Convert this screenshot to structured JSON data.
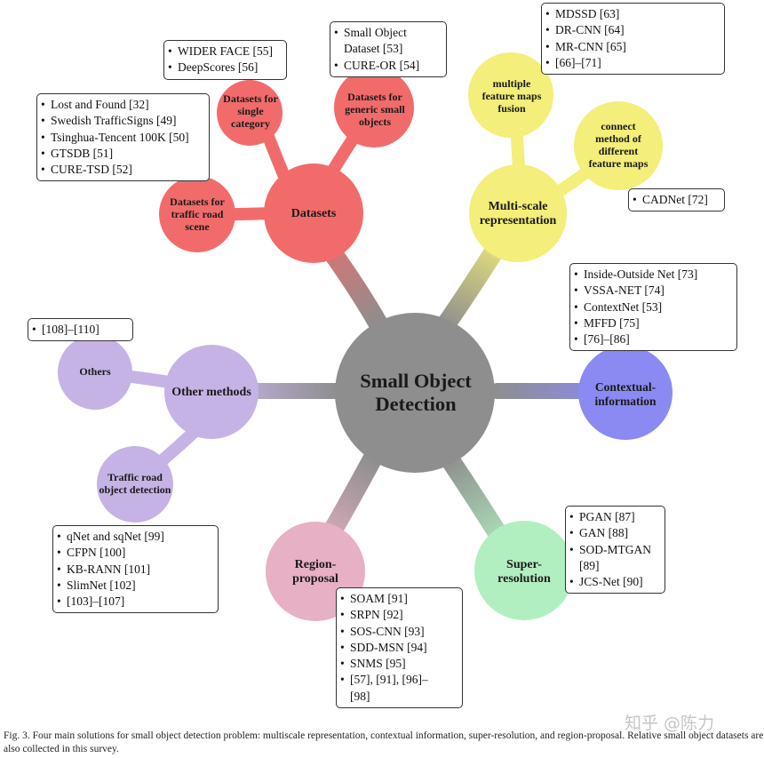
{
  "center": {
    "title": "Small Object Detection",
    "color": "#8e8e8e"
  },
  "branches": {
    "datasets": {
      "label": "Datasets",
      "color": "#f26b6b",
      "sub": [
        {
          "label": "Datasets for single category"
        },
        {
          "label": "Datasets for generic small objects"
        },
        {
          "label": "Datasets for traffic road scene"
        }
      ]
    },
    "multiscale": {
      "label": "Multi-scale representation",
      "color": "#f4ee7a",
      "sub": [
        {
          "label": "multiple feature maps fusion"
        },
        {
          "label": "connect method of different feature maps"
        }
      ]
    },
    "contextual": {
      "label": "Contextual-information",
      "color": "#8a8af2"
    },
    "super": {
      "label": "Super-resolution",
      "color": "#b2efc0"
    },
    "region": {
      "label": "Region-proposal",
      "color": "#e8b0c4"
    },
    "other": {
      "label": "Other methods",
      "color": "#c5b3e6",
      "sub": [
        {
          "label": "Others"
        },
        {
          "label": "Traffic road object detection"
        }
      ]
    }
  },
  "boxes": {
    "single_category": [
      "WIDER FACE [55]",
      "DeepScores [56]"
    ],
    "generic": [
      "Small Object Dataset [53]",
      "CURE-OR [54]"
    ],
    "traffic_road_scene": [
      "Lost and Found [32]",
      "Swedish TrafficSigns [49]",
      "Tsinghua-Tencent 100K [50]",
      "GTSDB [51]",
      "CURE-TSD [52]"
    ],
    "feature_fusion": [
      "MDSSD [63]",
      "DR-CNN [64]",
      "MR-CNN [65]",
      " [66]–[71]"
    ],
    "connect_method": [
      "CADNet [72]"
    ],
    "contextual": [
      "Inside-Outside Net [73]",
      "VSSA-NET [74]",
      "ContextNet [53]",
      "MFFD [75]",
      " [76]–[86]"
    ],
    "super_resolution": [
      "PGAN [87]",
      "GAN [88]",
      "SOD-MTGAN [89]",
      "JCS-Net [90]"
    ],
    "region_proposal": [
      "SOAM [91]",
      "SRPN [92]",
      "SOS-CNN [93]",
      "SDD-MSN [94]",
      "SNMS [95]",
      " [57], [91], [96]–[98]"
    ],
    "others": [
      " [108]–[110]"
    ],
    "traffic_detection": [
      "qNet and sqNet [99]",
      "CFPN [100]",
      "KB-RANN [101]",
      "SlimNet [102]",
      " [103]–[107]"
    ]
  },
  "caption": "Fig. 3.   Four main solutions for small object detection problem: multiscale representation, contextual information, super-resolution, and region-proposal. Relative small object datasets are also collected in this survey.",
  "watermark": "知乎 @陈力"
}
